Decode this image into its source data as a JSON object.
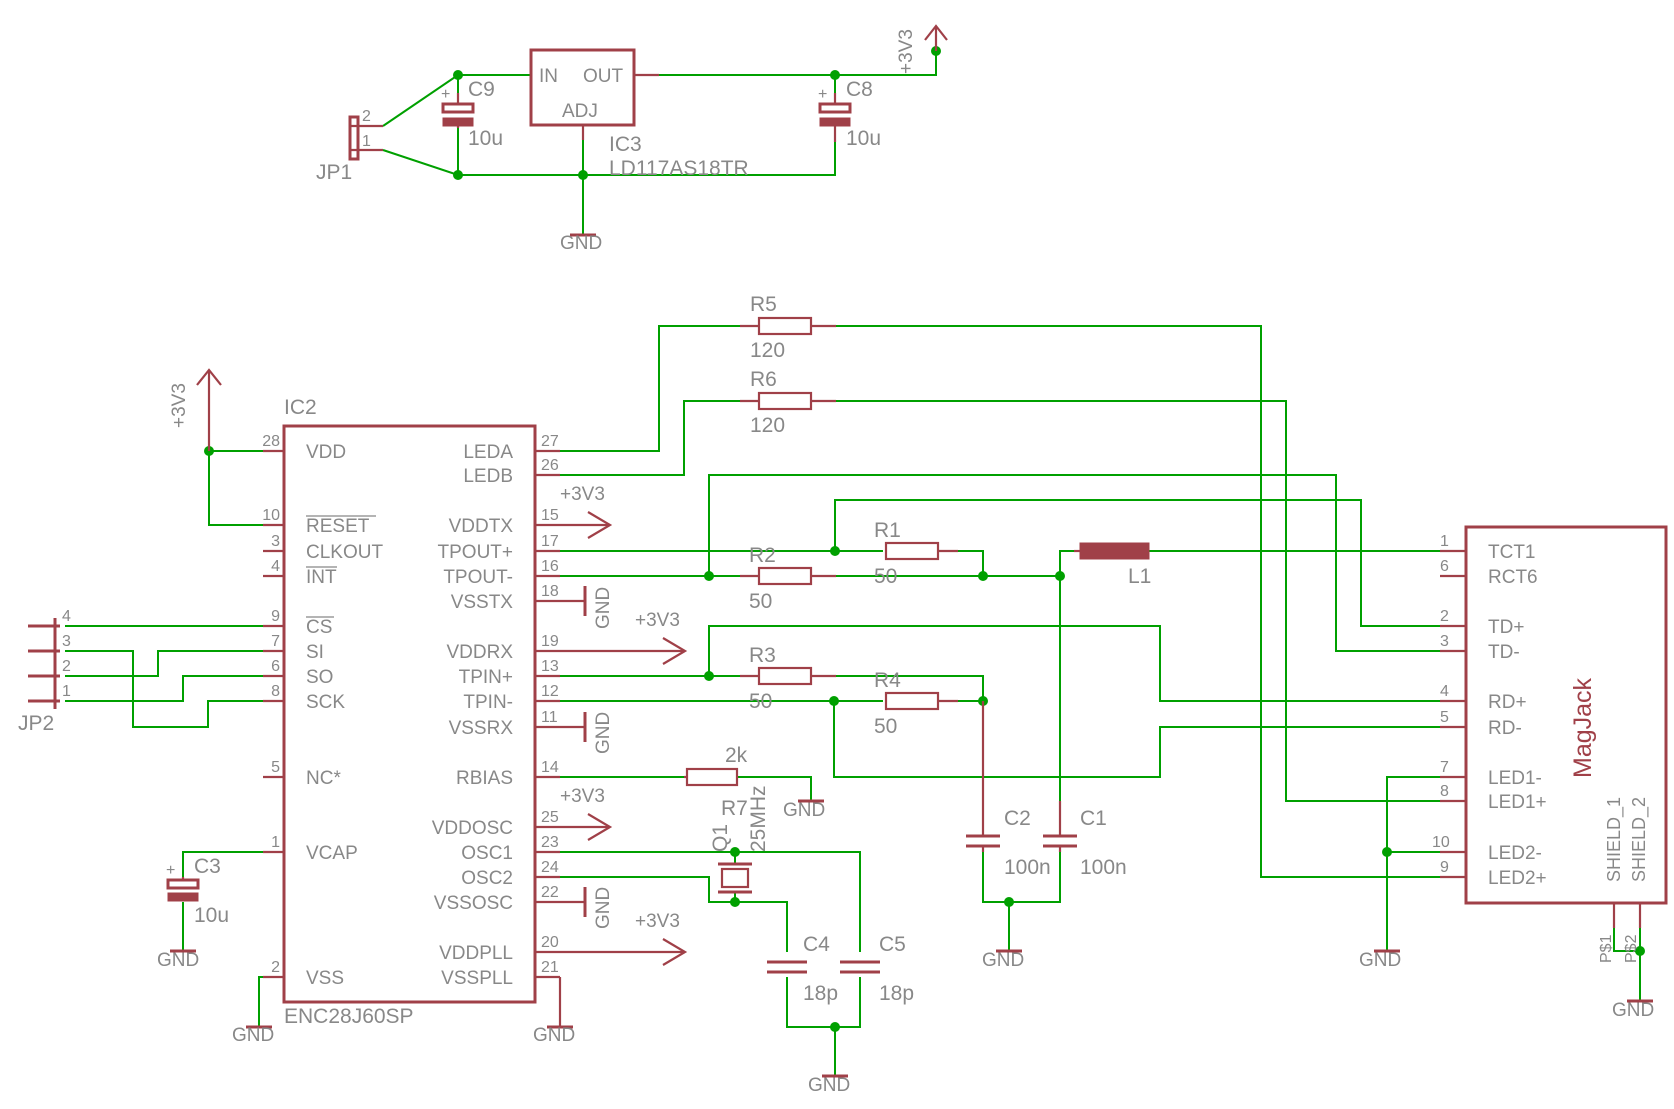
{
  "regulator": {
    "ref": "IC3",
    "part": "LD117AS18TR",
    "pins": {
      "in": "IN",
      "out": "OUT",
      "adj": "ADJ"
    }
  },
  "jp1": {
    "ref": "JP1",
    "pins": [
      "2",
      "1"
    ]
  },
  "jp2": {
    "ref": "JP2",
    "pins": [
      "4",
      "3",
      "2",
      "1"
    ]
  },
  "caps": {
    "c9": {
      "ref": "C9",
      "value": "10u"
    },
    "c8": {
      "ref": "C8",
      "value": "10u"
    },
    "c3": {
      "ref": "C3",
      "value": "10u"
    },
    "c1": {
      "ref": "C1",
      "value": "100n"
    },
    "c2": {
      "ref": "C2",
      "value": "100n"
    },
    "c4": {
      "ref": "C4",
      "value": "18p"
    },
    "c5": {
      "ref": "C5",
      "value": "18p"
    },
    "polarity": "+"
  },
  "resistors": {
    "r1": {
      "ref": "R1",
      "value": "50"
    },
    "r2": {
      "ref": "R2",
      "value": "50"
    },
    "r3": {
      "ref": "R3",
      "value": "50"
    },
    "r4": {
      "ref": "R4",
      "value": "50"
    },
    "r5": {
      "ref": "R5",
      "value": "120"
    },
    "r6": {
      "ref": "R6",
      "value": "120"
    },
    "r7": {
      "ref": "R7",
      "value": "2k"
    }
  },
  "inductor": {
    "ref": "L1"
  },
  "crystal": {
    "ref": "Q1",
    "value": "25MHz"
  },
  "supply": {
    "v33": "+3V3",
    "gnd": "GND"
  },
  "enc": {
    "ref": "IC2",
    "part": "ENC28J60SP",
    "left_pins": [
      {
        "num": "28",
        "name": "VDD"
      },
      {
        "num": "10",
        "name": "RESET"
      },
      {
        "num": "3",
        "name": "CLKOUT"
      },
      {
        "num": "4",
        "name": "INT"
      },
      {
        "num": "9",
        "name": "CS"
      },
      {
        "num": "7",
        "name": "SI"
      },
      {
        "num": "6",
        "name": "SO"
      },
      {
        "num": "8",
        "name": "SCK"
      },
      {
        "num": "5",
        "name": "NC*"
      },
      {
        "num": "1",
        "name": "VCAP"
      },
      {
        "num": "2",
        "name": "VSS"
      }
    ],
    "right_pins": [
      {
        "num": "27",
        "name": "LEDA"
      },
      {
        "num": "26",
        "name": "LEDB"
      },
      {
        "num": "15",
        "name": "VDDTX"
      },
      {
        "num": "17",
        "name": "TPOUT+"
      },
      {
        "num": "16",
        "name": "TPOUT-"
      },
      {
        "num": "18",
        "name": "VSSTX"
      },
      {
        "num": "19",
        "name": "VDDRX"
      },
      {
        "num": "13",
        "name": "TPIN+"
      },
      {
        "num": "12",
        "name": "TPIN-"
      },
      {
        "num": "11",
        "name": "VSSRX"
      },
      {
        "num": "14",
        "name": "RBIAS"
      },
      {
        "num": "25",
        "name": "VDDOSC"
      },
      {
        "num": "23",
        "name": "OSC1"
      },
      {
        "num": "24",
        "name": "OSC2"
      },
      {
        "num": "22",
        "name": "VSSOSC"
      },
      {
        "num": "20",
        "name": "VDDPLL"
      },
      {
        "num": "21",
        "name": "VSSPLL"
      }
    ]
  },
  "magjack": {
    "ref": "MagJack",
    "pins": [
      {
        "num": "1",
        "name": "TCT1"
      },
      {
        "num": "6",
        "name": "RCT6"
      },
      {
        "num": "2",
        "name": "TD+"
      },
      {
        "num": "3",
        "name": "TD-"
      },
      {
        "num": "4",
        "name": "RD+"
      },
      {
        "num": "5",
        "name": "RD-"
      },
      {
        "num": "7",
        "name": "LED1-"
      },
      {
        "num": "8",
        "name": "LED1+"
      },
      {
        "num": "10",
        "name": "LED2-"
      },
      {
        "num": "9",
        "name": "LED2+"
      }
    ],
    "shield": [
      "SHIELD_1",
      "SHIELD_2"
    ],
    "shield_pins": [
      "P$1",
      "P$2"
    ]
  }
}
